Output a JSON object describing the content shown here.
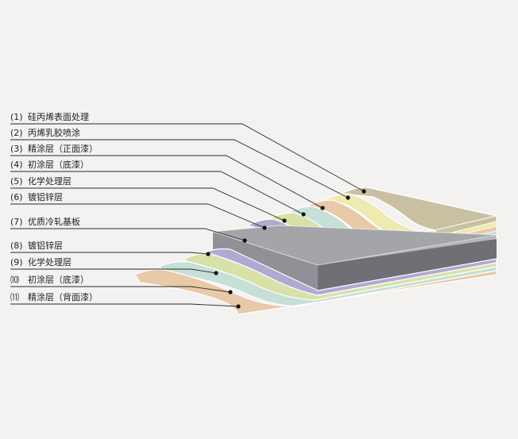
{
  "layers": [
    {
      "number": "(1)",
      "label": "硅丙烯表面处理",
      "color": "#c9bfa1"
    },
    {
      "number": "(2)",
      "label": "丙烯乳胶喷涂",
      "color": "#eeeab0"
    },
    {
      "number": "(3)",
      "label": "精涂层（正面漆）",
      "color": "#e8c9a8"
    },
    {
      "number": "(4)",
      "label": "初涂层（底漆）",
      "color": "#c6dfd7"
    },
    {
      "number": "(5)",
      "label": "化学处理层",
      "color": "#d8e2a8"
    },
    {
      "number": "(6)",
      "label": "镀铝锌层",
      "color": "#b2a9d3"
    },
    {
      "number": "(7)",
      "label": "优质冷轧基板",
      "color": "#a3a5a9"
    },
    {
      "number": "(8)",
      "label": "镀铝锌层",
      "color": "#b2a9d3"
    },
    {
      "number": "(9)",
      "label": "化学处理层",
      "color": "#d8e2a8"
    },
    {
      "number": "⑽",
      "label": "初涂层（底漆）",
      "color": "#c6dfd7"
    },
    {
      "number": "⑾",
      "label": "精涂层（背面漆）",
      "color": "#e8c9a8"
    }
  ]
}
